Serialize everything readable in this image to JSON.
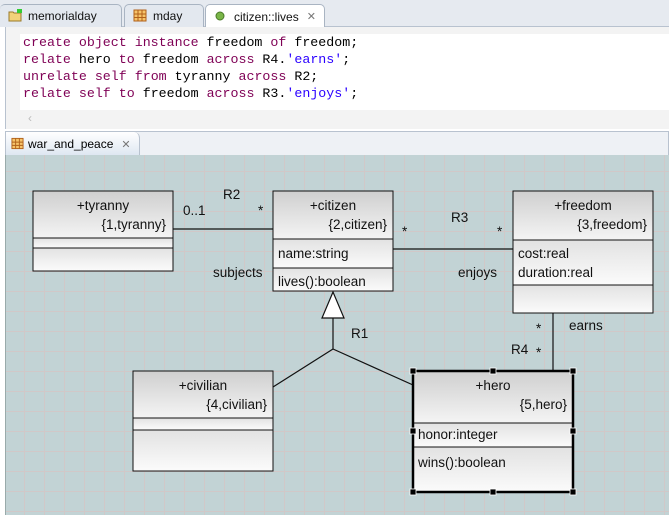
{
  "editor_tabs": [
    {
      "label": "memorialday",
      "icon": "folder-icon"
    },
    {
      "label": "mday",
      "icon": "grid-icon"
    },
    {
      "label": "citizen::lives",
      "icon": "green-dot-icon",
      "active": true
    }
  ],
  "code": [
    [
      [
        "kw",
        "create "
      ],
      [
        "kw",
        "object "
      ],
      [
        "kw",
        "instance "
      ],
      [
        "id",
        "freedom "
      ],
      [
        "kw",
        "of "
      ],
      [
        "id",
        "freedom;"
      ]
    ],
    [
      [
        "kw",
        "relate "
      ],
      [
        "id",
        "hero "
      ],
      [
        "kw",
        "to "
      ],
      [
        "id",
        "freedom "
      ],
      [
        "kw",
        "across "
      ],
      [
        "id",
        "R4."
      ],
      [
        "str",
        "'earns'"
      ],
      [
        "id",
        ";"
      ]
    ],
    [
      [
        "kw",
        "unrelate "
      ],
      [
        "kw",
        "self "
      ],
      [
        "kw",
        "from "
      ],
      [
        "id",
        "tyranny "
      ],
      [
        "kw",
        "across "
      ],
      [
        "id",
        "R2;"
      ]
    ],
    [
      [
        "kw",
        "relate "
      ],
      [
        "kw",
        "self "
      ],
      [
        "kw",
        "to "
      ],
      [
        "id",
        "freedom "
      ],
      [
        "kw",
        "across "
      ],
      [
        "id",
        "R3."
      ],
      [
        "str",
        "'enjoys'"
      ],
      [
        "id",
        ";"
      ]
    ]
  ],
  "diagram_tab": {
    "label": "war_and_peace"
  },
  "classes": {
    "tyranny": {
      "name": "+tyranny",
      "key": "{1,tyranny}"
    },
    "citizen": {
      "name": "+citizen",
      "key": "{2,citizen}",
      "attrs": [
        "name:string"
      ],
      "ops": [
        "lives():boolean"
      ]
    },
    "freedom": {
      "name": "+freedom",
      "key": "{3,freedom}",
      "attrs": [
        "cost:real",
        "duration:real"
      ]
    },
    "civilian": {
      "name": "+civilian",
      "key": "{4,civilian}"
    },
    "hero": {
      "name": "+hero",
      "key": "{5,hero}",
      "attrs": [
        "honor:integer"
      ],
      "ops": [
        "wins():boolean"
      ]
    }
  },
  "associations": {
    "r2": {
      "label": "R2",
      "mult_a": "0..1",
      "mult_b": "*",
      "phrase": "subjects"
    },
    "r3": {
      "label": "R3",
      "mult_a": "*",
      "mult_b": "*",
      "phrase": "enjoys"
    },
    "r4": {
      "label": "R4",
      "mult_a": "*",
      "mult_b": "*",
      "phrase": "earns"
    },
    "r1": {
      "label": "R1"
    }
  }
}
